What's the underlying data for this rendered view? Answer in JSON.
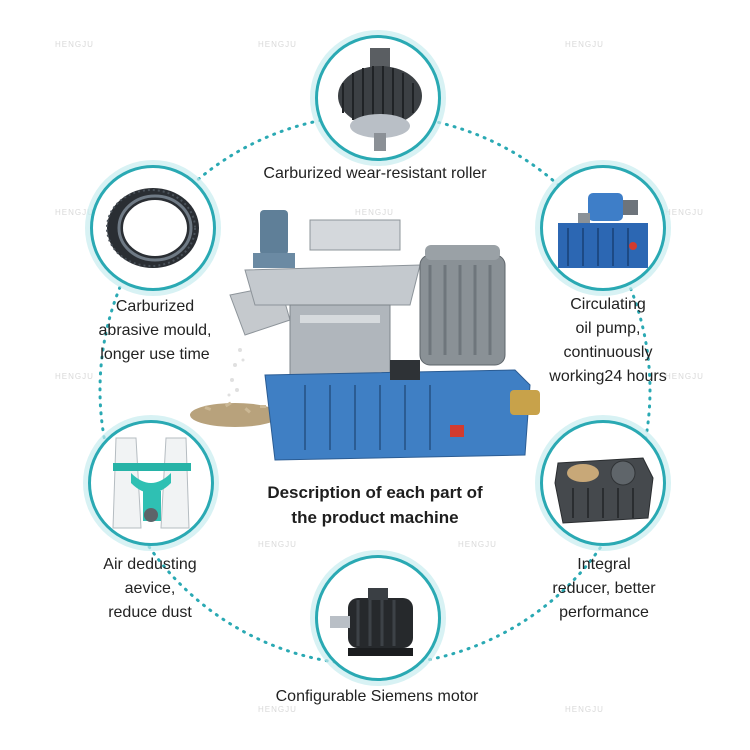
{
  "watermark": "HENGJU",
  "center": {
    "title_line1": "Description of each part of",
    "title_line2": "the product machine"
  },
  "parts": {
    "roller": {
      "label": "Carburized wear-resistant roller"
    },
    "mould": {
      "line1": "Carburized",
      "line2": "abrasive mould,",
      "line3": "longer use time"
    },
    "pump": {
      "line1": "Circulating",
      "line2": "oil pump,",
      "line3": "continuously",
      "line4": "working24 hours"
    },
    "dedusting": {
      "line1": "Air dedusting",
      "line2": "aevice,",
      "line3": "reduce dust"
    },
    "reducer": {
      "line1": "Integral",
      "line2": "reducer, better",
      "line3": "performance"
    },
    "motor": {
      "label": "Configurable Siemens motor"
    }
  },
  "colors": {
    "ring": "#2aa9b3",
    "machine_base": "#3f7fc4",
    "steel": "#b9bfc6"
  }
}
